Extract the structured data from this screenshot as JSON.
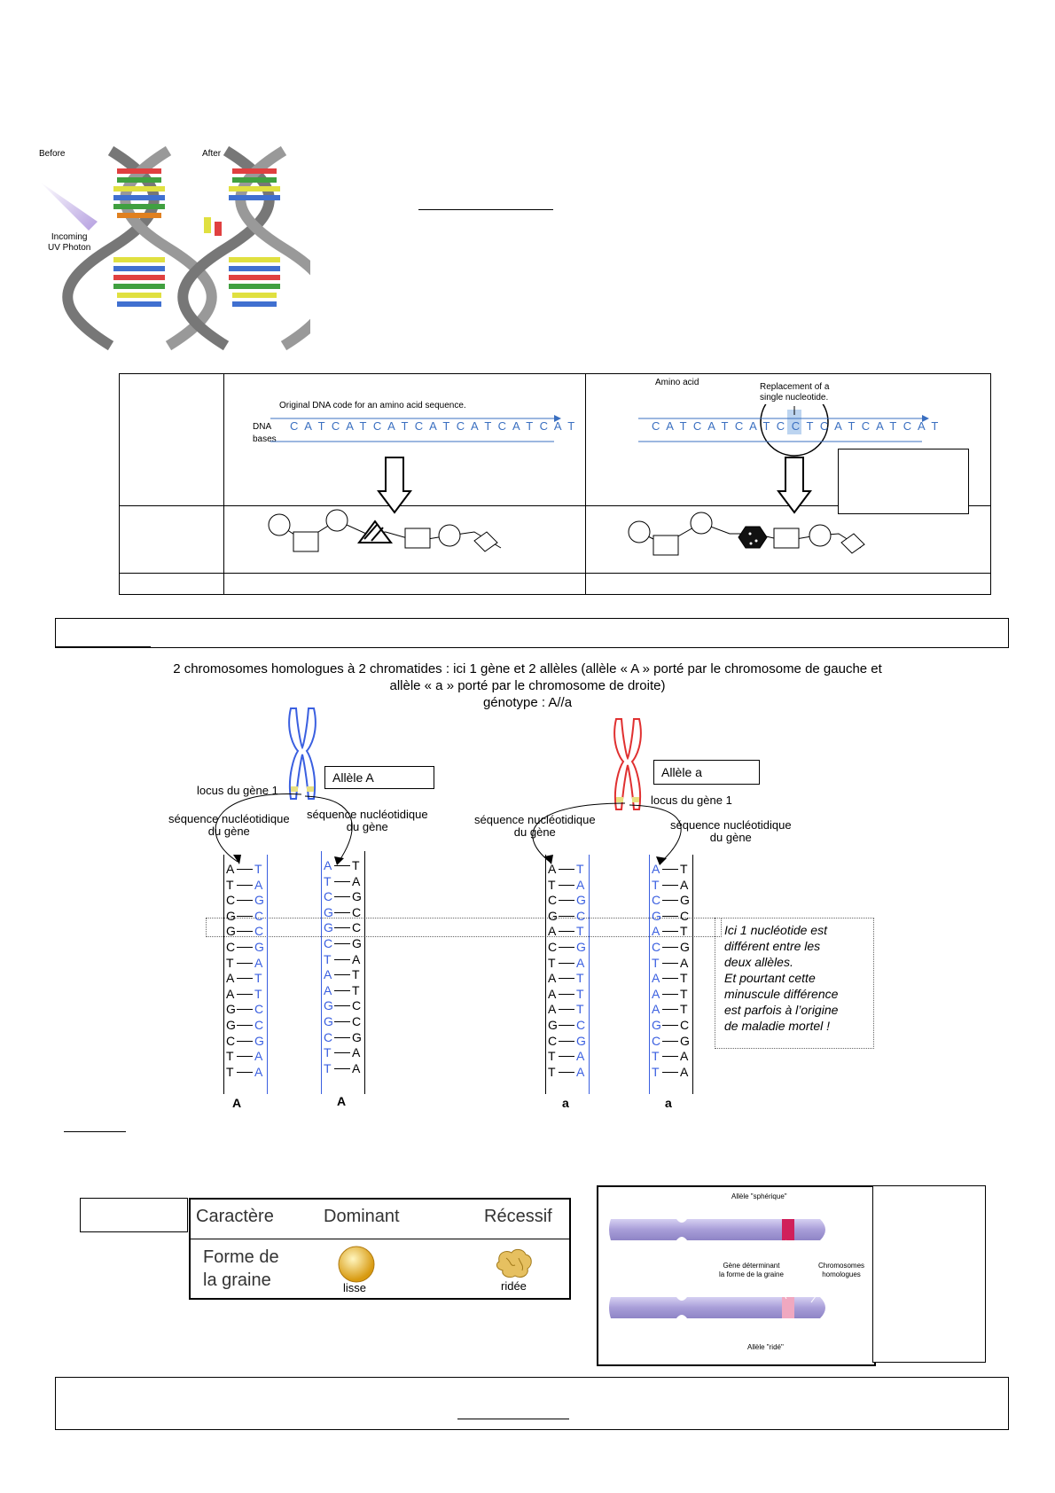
{
  "dna_uv": {
    "before": "Before",
    "after": "After",
    "photon": [
      "Incoming",
      "UV Photon"
    ]
  },
  "mutation_table": {
    "left": {
      "caption": "Original DNA code for an amino acid sequence.",
      "dna_label": "DNA",
      "bases_label": "bases",
      "sequence": "C A T C A T C A T C A T C A T C A T C A T"
    },
    "right": {
      "amino_label": "Amino acid",
      "replacement": [
        "Replacement of a",
        "single nucleotide."
      ],
      "sequence": "C A T C A T C A T C C T C A T C A T C A T"
    }
  },
  "chromosomes": {
    "header_line1": "2 chromosomes homologues à 2 chromatides : ici 1 gène et 2 allèles (allèle « A » porté par le chromosome de gauche et",
    "header_line2": "allèle « a » porté par le chromosome de droite)",
    "genotype": "génotype : A//a",
    "allele_A": "Allèle A",
    "allele_a": "Allèle a",
    "locus": "locus du gène 1",
    "seq_label1": "séquence nucléotidique",
    "seq_label2": "du gène",
    "label_A": "A",
    "label_a": "a",
    "note": [
      "Ici 1 nucléotide est",
      "différent entre les",
      "deux allèles.",
      "Et pourtant cette",
      "minuscule différence",
      "est parfois à l’origine",
      "de maladie mortel !"
    ],
    "strandA1_left": [
      "A",
      "T",
      "C",
      "G",
      "G",
      "C",
      "T",
      "A",
      "A",
      "G",
      "G",
      "C",
      "T",
      "T"
    ],
    "strandA1_right": [
      "T",
      "A",
      "G",
      "C",
      "C",
      "G",
      "A",
      "T",
      "T",
      "C",
      "C",
      "G",
      "A",
      "A"
    ],
    "strandA2_left": [
      "A",
      "T",
      "C",
      "G",
      "G",
      "C",
      "T",
      "A",
      "A",
      "G",
      "G",
      "C",
      "T",
      "T"
    ],
    "strandA2_right": [
      "T",
      "A",
      "G",
      "C",
      "C",
      "G",
      "A",
      "T",
      "T",
      "C",
      "C",
      "G",
      "A",
      "A"
    ],
    "strandB1_left": [
      "A",
      "T",
      "C",
      "G",
      "A",
      "C",
      "T",
      "A",
      "A",
      "A",
      "G",
      "C",
      "T",
      "T"
    ],
    "strandB1_right": [
      "T",
      "A",
      "G",
      "C",
      "T",
      "G",
      "A",
      "T",
      "T",
      "T",
      "C",
      "G",
      "A",
      "A"
    ],
    "strandB2_left": [
      "A",
      "T",
      "C",
      "G",
      "A",
      "C",
      "T",
      "A",
      "A",
      "A",
      "G",
      "C",
      "T",
      "T"
    ],
    "strandB2_right": [
      "T",
      "A",
      "G",
      "C",
      "T",
      "G",
      "A",
      "T",
      "T",
      "T",
      "C",
      "G",
      "A",
      "A"
    ]
  },
  "trait_table": {
    "h_caractere": "Caractère",
    "h_dominant": "Dominant",
    "h_recessif": "Récessif",
    "row_label": [
      "Forme de",
      "la graine"
    ],
    "lisse": "lisse",
    "ridee": "ridée"
  },
  "homolog_figure": {
    "allele_top": "Allèle \"sphérique\"",
    "gene_label": [
      "Gène déterminant",
      "la forme de la graine"
    ],
    "chrom_label": [
      "Chromosomes",
      "homologues"
    ],
    "allele_bottom": "Allèle \"ridé\""
  },
  "colors": {
    "blue": "#3a5fe0",
    "red": "#e03030",
    "chromosome": "#b6aee0",
    "seed": "#f0c030"
  }
}
